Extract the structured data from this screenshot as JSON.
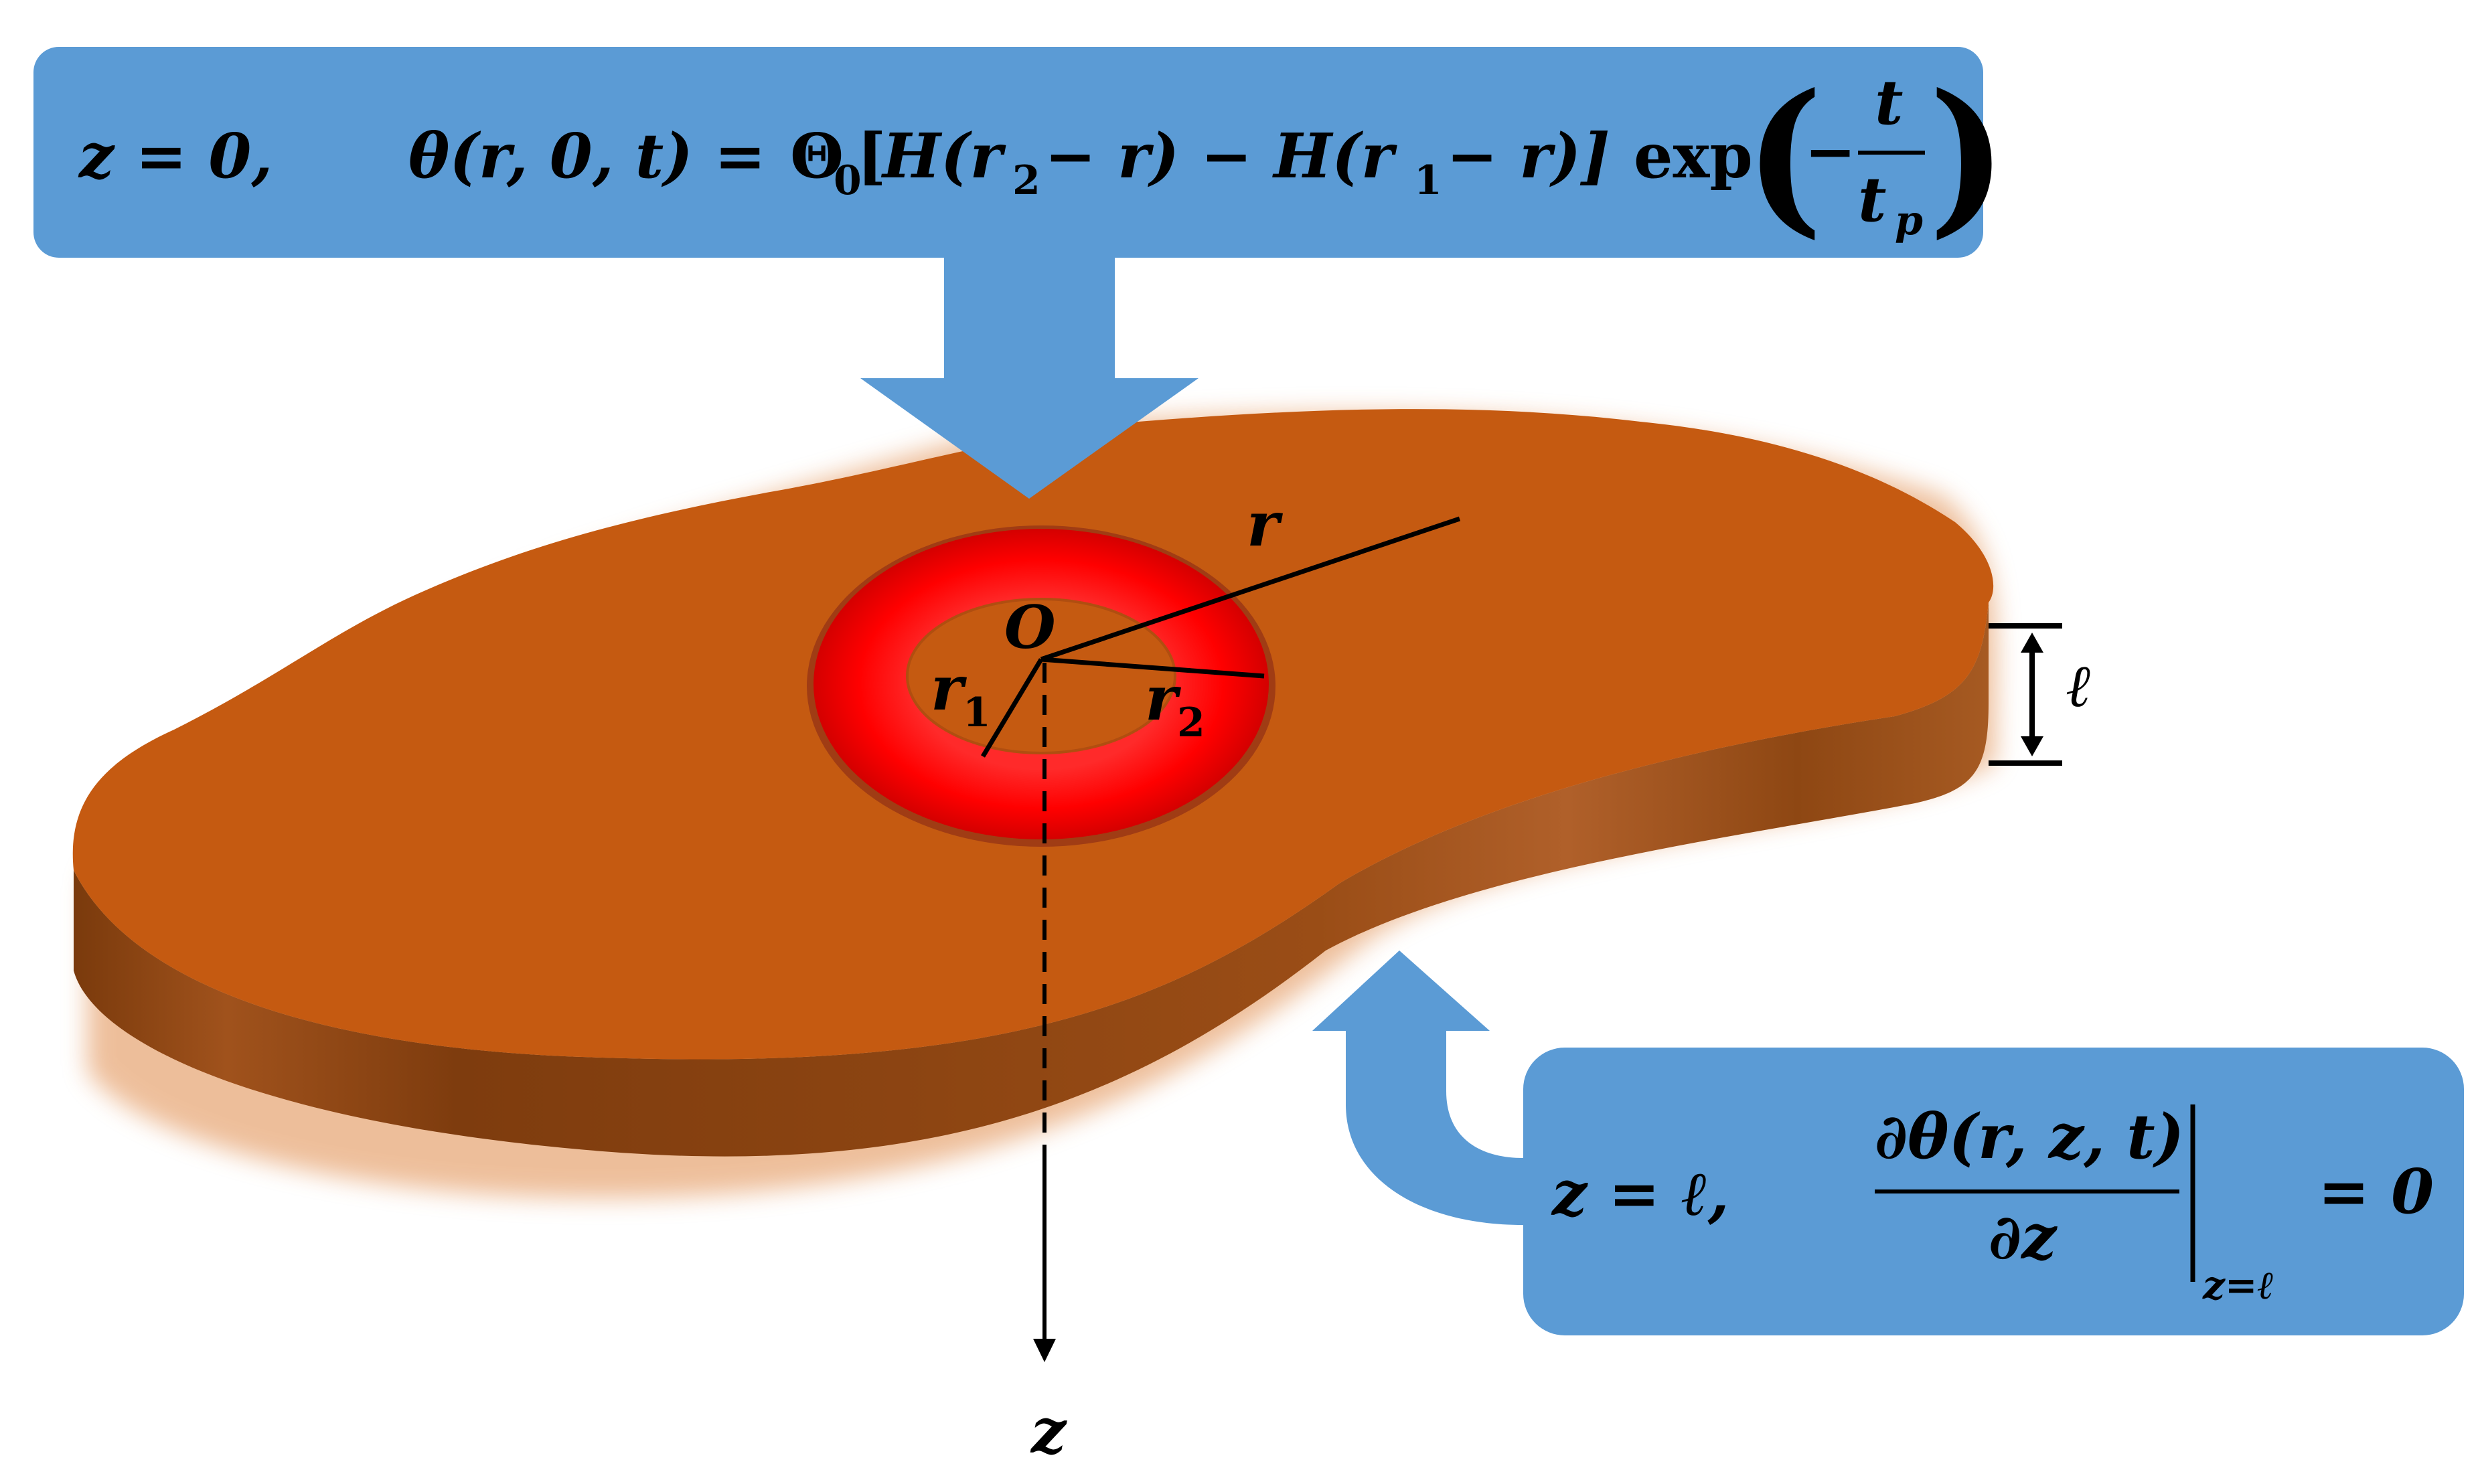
{
  "top_condition": {
    "left": "z = 0,",
    "lhs": "θ(r, 0, t) =",
    "theta0": "Θ",
    "theta0_sub": "0",
    "bracket_open": "[",
    "h1": "H(r",
    "h1_sub": "2",
    "h1_rest": "− r) − H(r",
    "h2_sub": "1",
    "h2_rest": "− r)]",
    "exp": "exp",
    "minus": "−",
    "frac_num": "t",
    "frac_den": "t",
    "frac_den_sub": "p"
  },
  "bottom_condition": {
    "left": "z = ℓ,",
    "frac_num": "∂θ(r, z, t)",
    "frac_den": "∂z",
    "eval_sub": "z=ℓ",
    "rhs": "= 0"
  },
  "labels": {
    "origin": "O",
    "radius": "r",
    "r1": "r",
    "r1_sub": "1",
    "r2": "r",
    "r2_sub": "2",
    "thickness": "ℓ",
    "z_axis": "z"
  },
  "colors": {
    "box_blue": "#5b9bd5",
    "plate_top": "#c55a11",
    "plate_side": "#8a4010",
    "ring_red": "#ff0000",
    "ring_edge": "#a03c14"
  }
}
